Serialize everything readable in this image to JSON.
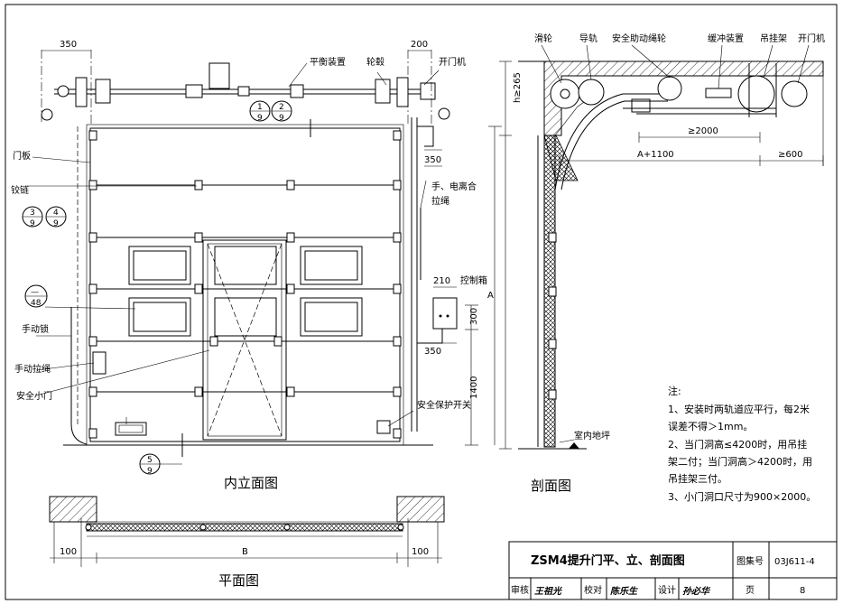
{
  "drawing": {
    "views": {
      "elevation": "内立面图",
      "section": "剖面图",
      "plan": "平面图"
    },
    "elevation_labels": {
      "balance_device": "平衡装置",
      "hub": "轮毂",
      "opener": "开门机",
      "door_panel": "门板",
      "hinge": "铰链",
      "pull_rope": "手、电离合\n拉绳",
      "control_box": "控制箱",
      "manual_lock": "手动锁",
      "manual_rope": "手动拉绳",
      "wicket_door": "安全小门",
      "safety_switch": "安全保护开关"
    },
    "section_labels": {
      "pulley": "滑轮",
      "guide_rail": "导轨",
      "safety_pulley": "安全助动绳轮",
      "buffer": "缓冲装置",
      "hanger": "吊挂架",
      "opener": "开门机",
      "floor": "室内地坪"
    },
    "dimensions": {
      "d350_top": "350",
      "d200": "200",
      "d350_side": "350",
      "d210": "210",
      "d300": "300",
      "d350_low": "350",
      "d1400": "1400",
      "dA": "A",
      "dh265": "h≥265",
      "d2000": "≥2000",
      "dA1100": "A+1100",
      "d600": "≥600",
      "d100_left": "100",
      "d100_right": "100",
      "dB": "B"
    },
    "references": {
      "r1": {
        "top": "1",
        "bottom": "9"
      },
      "r2": {
        "top": "2",
        "bottom": "9"
      },
      "r3": {
        "top": "3",
        "bottom": "9"
      },
      "r4": {
        "top": "4",
        "bottom": "9"
      },
      "r5": {
        "top": "5",
        "bottom": "9"
      },
      "r48": {
        "top": "—",
        "bottom": "48"
      }
    },
    "notes": {
      "heading": "注:",
      "n1a": "1、安装时两轨道应平行，每2米",
      "n1b": "误差不得＞1mm。",
      "n2a": "2、当门洞高≤4200时，用吊挂",
      "n2b": "架二付；当门洞高＞4200时，用",
      "n2c": "吊挂架三付。",
      "n3": "3、小门洞口尺寸为900×2000。"
    },
    "title_block": {
      "title": "ZSM4提升门平、立、剖面图",
      "atlas_label": "图集号",
      "atlas_no": "03J611-4",
      "review": "审核",
      "reviewer_sig": "王祖光",
      "check": "校对",
      "checker_sig": "陈乐生",
      "design": "设计",
      "designer_sig": "孙必华",
      "page_label": "页",
      "page_no": "8"
    }
  }
}
